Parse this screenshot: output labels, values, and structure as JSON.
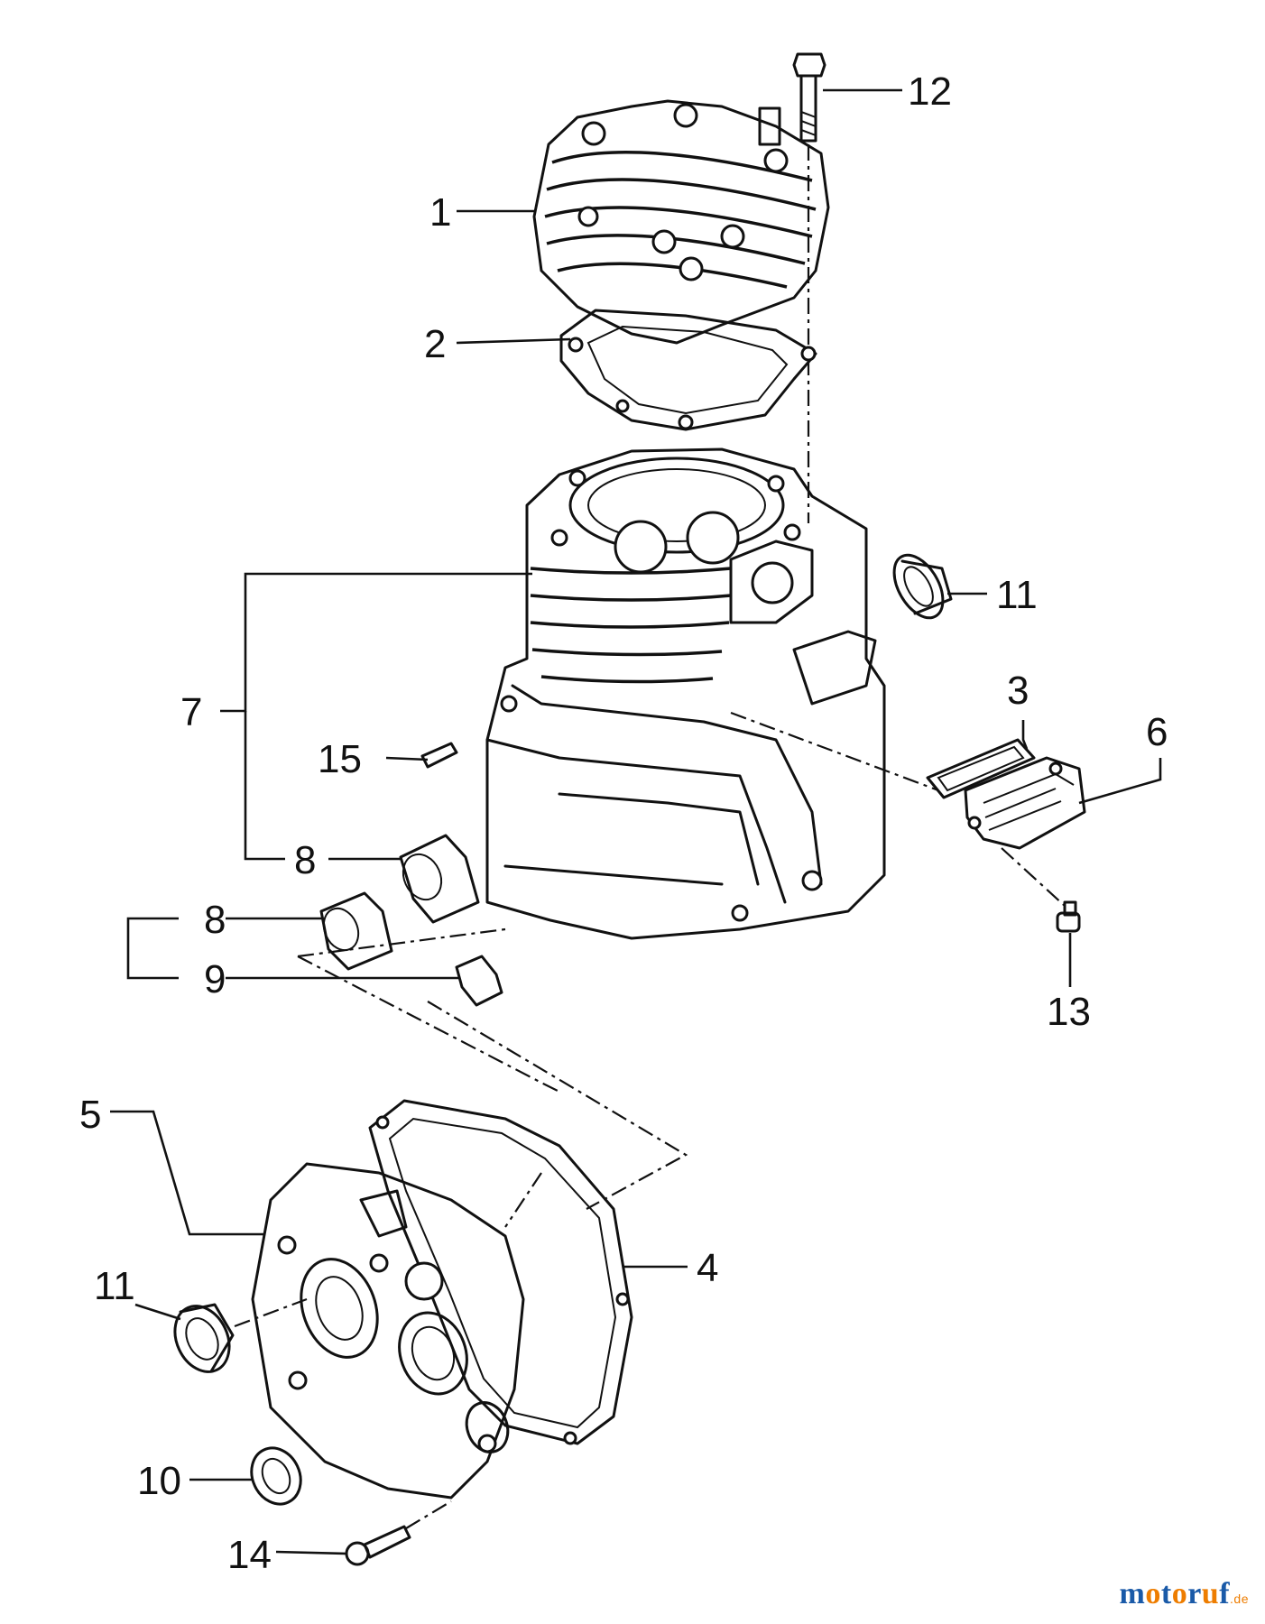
{
  "diagram": {
    "callouts": [
      {
        "id": "c12",
        "text": "12"
      },
      {
        "id": "c1",
        "text": "1"
      },
      {
        "id": "c2",
        "text": "2"
      },
      {
        "id": "c11a",
        "text": "11"
      },
      {
        "id": "c7",
        "text": "7"
      },
      {
        "id": "c3",
        "text": "3"
      },
      {
        "id": "c6",
        "text": "6"
      },
      {
        "id": "c15",
        "text": "15"
      },
      {
        "id": "c8a",
        "text": "8"
      },
      {
        "id": "c8b",
        "text": "8"
      },
      {
        "id": "c9",
        "text": "9"
      },
      {
        "id": "c13",
        "text": "13"
      },
      {
        "id": "c5",
        "text": "5"
      },
      {
        "id": "c4",
        "text": "4"
      },
      {
        "id": "c11b",
        "text": "11"
      },
      {
        "id": "c10",
        "text": "10"
      },
      {
        "id": "c14",
        "text": "14"
      }
    ]
  },
  "watermark": {
    "m": "m",
    "o1": "o",
    "t": "t",
    "o2": "o",
    "r": "r",
    "u": "u",
    "f": "f",
    "suffix": ".de"
  },
  "colors": {
    "ink": "#111111",
    "watermark_blue": "#1a5aa8",
    "watermark_orange": "#ee7d00"
  }
}
